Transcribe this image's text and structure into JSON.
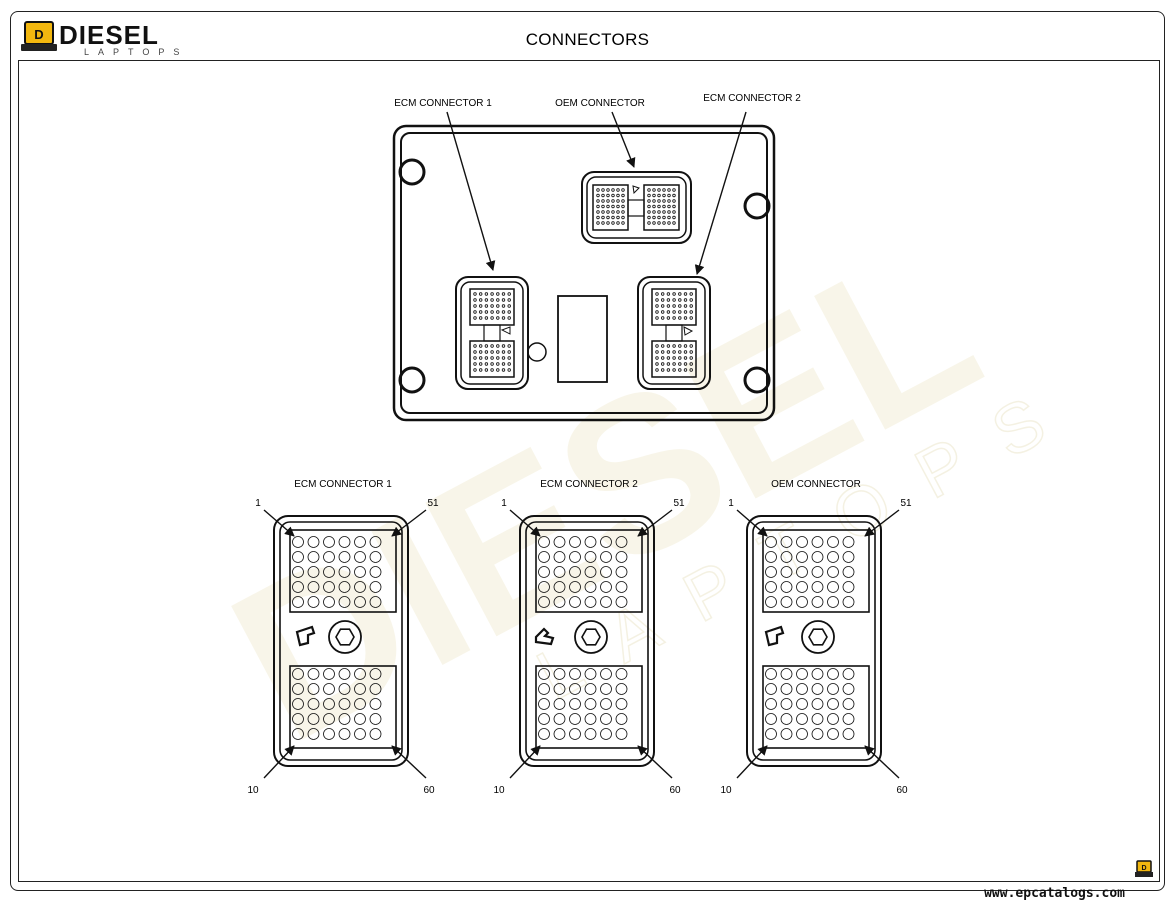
{
  "header": {
    "title": "CONNECTORS",
    "logo_word": "DIESEL",
    "logo_sub": "LAPTOPS"
  },
  "diagram": {
    "top_labels": {
      "ecm1": "ECM CONNECTOR 1",
      "oem": "OEM CONNECTOR",
      "ecm2": "ECM CONNECTOR 2"
    },
    "pinouts": [
      {
        "title": "ECM CONNECTOR 1",
        "pin_tl": "1",
        "pin_tr": "51",
        "pin_bl": "10",
        "pin_br": "60"
      },
      {
        "title": "ECM CONNECTOR 2",
        "pin_tl": "1",
        "pin_tr": "51",
        "pin_bl": "10",
        "pin_br": "60"
      },
      {
        "title": "OEM CONNECTOR",
        "pin_tl": "1",
        "pin_tr": "51",
        "pin_bl": "10",
        "pin_br": "60"
      }
    ]
  },
  "footer": {
    "url": "www.epcatalogs.com"
  },
  "colors": {
    "watermark": "#f3eed8",
    "logo_yellow": "#f2b70f",
    "line": "#111111"
  }
}
